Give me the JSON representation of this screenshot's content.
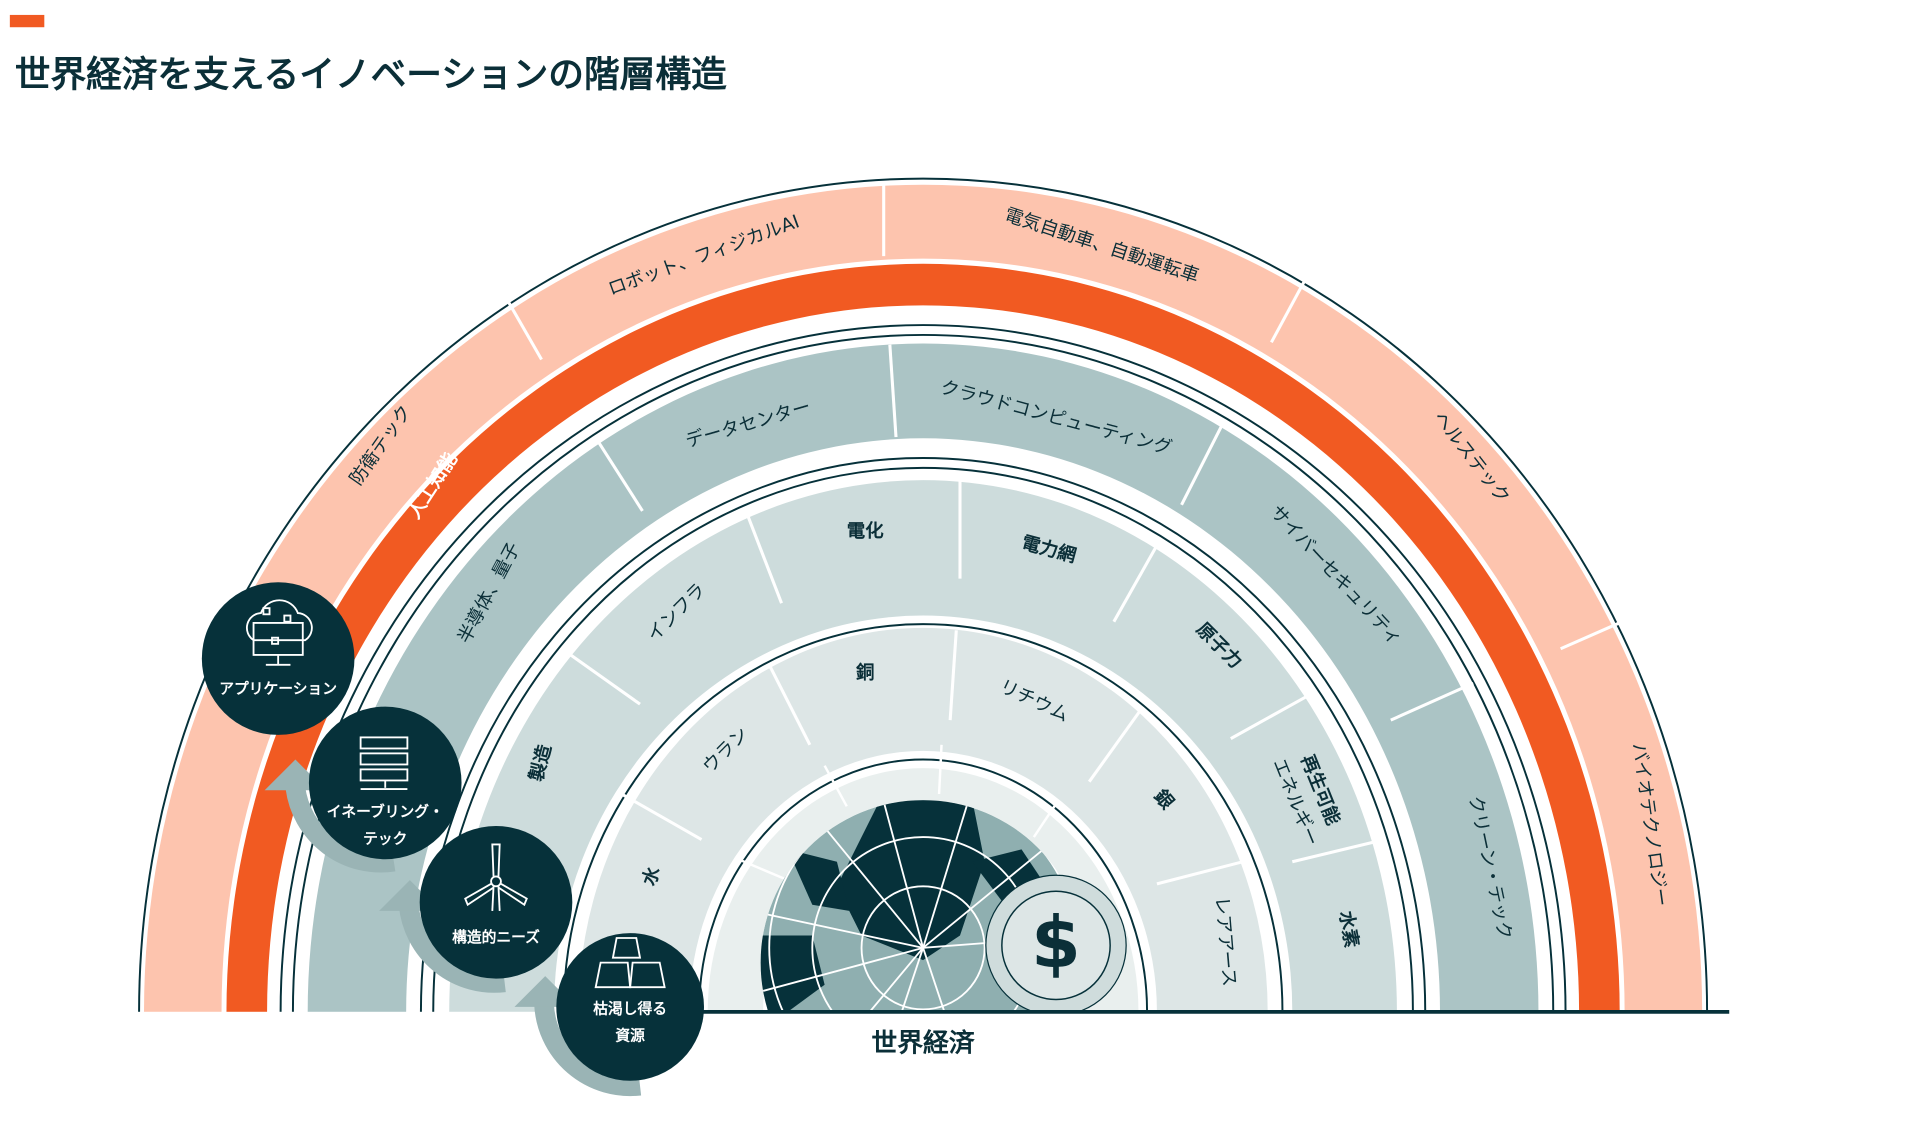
{
  "title": "世界経済を支えるイノベーションの階層構造",
  "colors": {
    "accent": "#f15a22",
    "salmon": "#fdc4ae",
    "band2": "#abc4c5",
    "band3": "#cddcdc",
    "band4": "#dde6e6",
    "inner": "#e9efee",
    "dark": "#06313a"
  },
  "layers": {
    "applications": {
      "label": "アプリケーション",
      "icon": "cloud-network-icon",
      "items": [
        "防衛テック",
        "ロボット、フィジカルAI",
        "電気自動車、自動運転車",
        "ヘルステック",
        "バイオテクノロジー"
      ]
    },
    "ai": {
      "label": "人工知能"
    },
    "enabling_tech": {
      "label_lines": [
        "イネーブリング・",
        "テック"
      ],
      "icon": "server-icon",
      "items": [
        "半導体、量子",
        "データセンター",
        "クラウドコンピューティング",
        "サイバーセキュリティ",
        "クリーン・テック"
      ]
    },
    "structural_needs": {
      "label": "構造的ニーズ",
      "icon": "wind-turbine-icon",
      "items": [
        "製造",
        "インフラ",
        "電化",
        "電力網",
        "原子力",
        "再生可能",
        "エネルギー",
        "水素"
      ]
    },
    "finite_resources": {
      "label_lines": [
        "枯渇し得る",
        "資源"
      ],
      "icon": "gold-bars-icon",
      "items": [
        "水",
        "ウラン",
        "銅",
        "リチウム",
        "銀",
        "レアアース"
      ]
    }
  },
  "center": {
    "label": "世界経済",
    "icon": "dollar-coin-icon"
  }
}
